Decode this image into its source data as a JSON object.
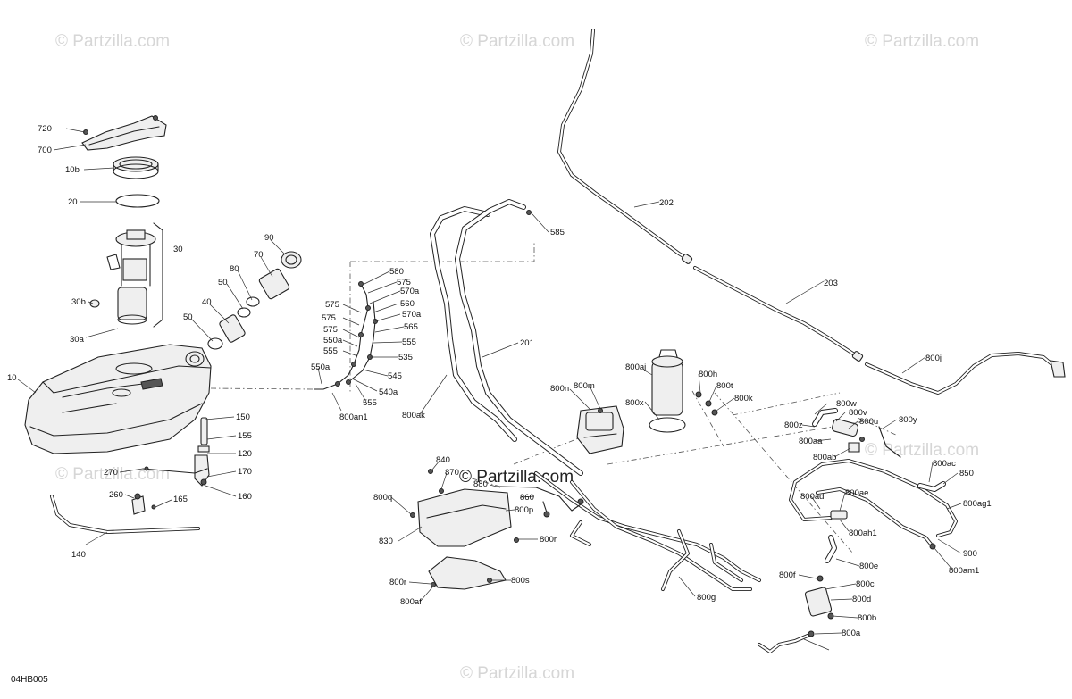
{
  "watermarks": [
    "© Partzilla.com",
    "© Partzilla.com",
    "© Partzilla.com",
    "© Partzilla.com",
    "© Partzilla.com",
    "© Partzilla.com"
  ],
  "center_watermark": "© Partzilla.com",
  "diagram_ref": "04HB005",
  "callouts": [
    "720",
    "700",
    "10b",
    "20",
    "30",
    "30b",
    "30a",
    "10",
    "90",
    "70",
    "80",
    "50",
    "40",
    "50",
    "150",
    "155",
    "120",
    "170",
    "160",
    "270",
    "260",
    "165",
    "140",
    "585",
    "580",
    "575",
    "570a",
    "575",
    "560",
    "575",
    "570a",
    "575",
    "565",
    "550a",
    "555",
    "555",
    "535",
    "550a",
    "545",
    "555",
    "540a",
    "800an1",
    "800ak",
    "201",
    "202",
    "203",
    "800j",
    "800aj",
    "800h",
    "800t",
    "800k",
    "800n",
    "800m",
    "800x",
    "800w",
    "800v",
    "800u",
    "800y",
    "800z",
    "800aa",
    "800ab",
    "800ac",
    "850",
    "840",
    "870",
    "880",
    "860",
    "800p",
    "800q",
    "830",
    "800r",
    "800r",
    "800s",
    "800af",
    "800ad",
    "800ae",
    "800ah1",
    "800ag1",
    "900",
    "800am1",
    "800g",
    "800e",
    "800f",
    "800c",
    "800d",
    "800b",
    "800a"
  ]
}
